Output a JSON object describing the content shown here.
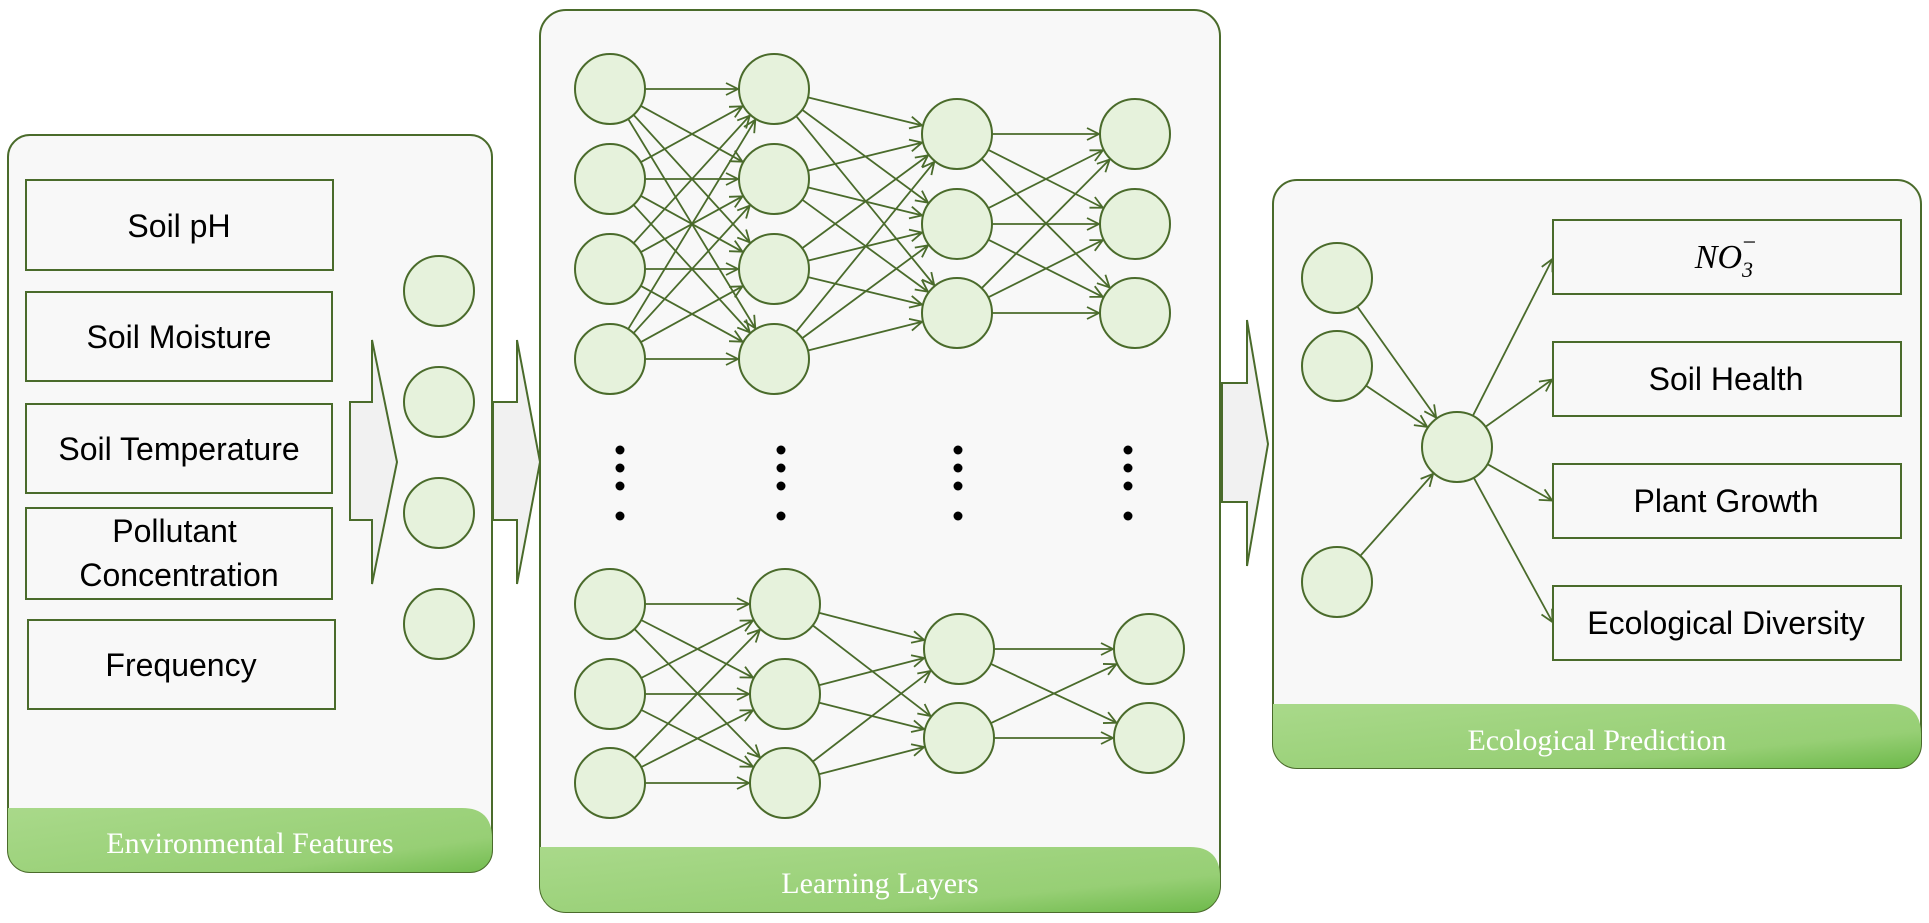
{
  "panels": {
    "features": {
      "caption": "Environmental Features",
      "items": [
        "Soil pH",
        "Soil Moisture",
        "Soil Temperature",
        "Pollutant Concentration",
        "Frequency"
      ]
    },
    "learning": {
      "caption": "Learning Layers"
    },
    "prediction": {
      "caption": "Ecological Prediction",
      "formula": {
        "base": "NO",
        "subscript": "3",
        "superscript": "−"
      },
      "items": [
        "Soil Health",
        "Plant Growth",
        "Ecological Diversity"
      ]
    }
  },
  "colors": {
    "panel_border": "#4a6b2b",
    "panel_fill": "#f8f8f8",
    "node_fill": "#e6f2dc",
    "node_stroke": "#4a6b2b",
    "caption_gradient_start": "#a9d98a",
    "caption_gradient_end": "#6ab847",
    "arrow_fill": "#f1f1f1"
  }
}
